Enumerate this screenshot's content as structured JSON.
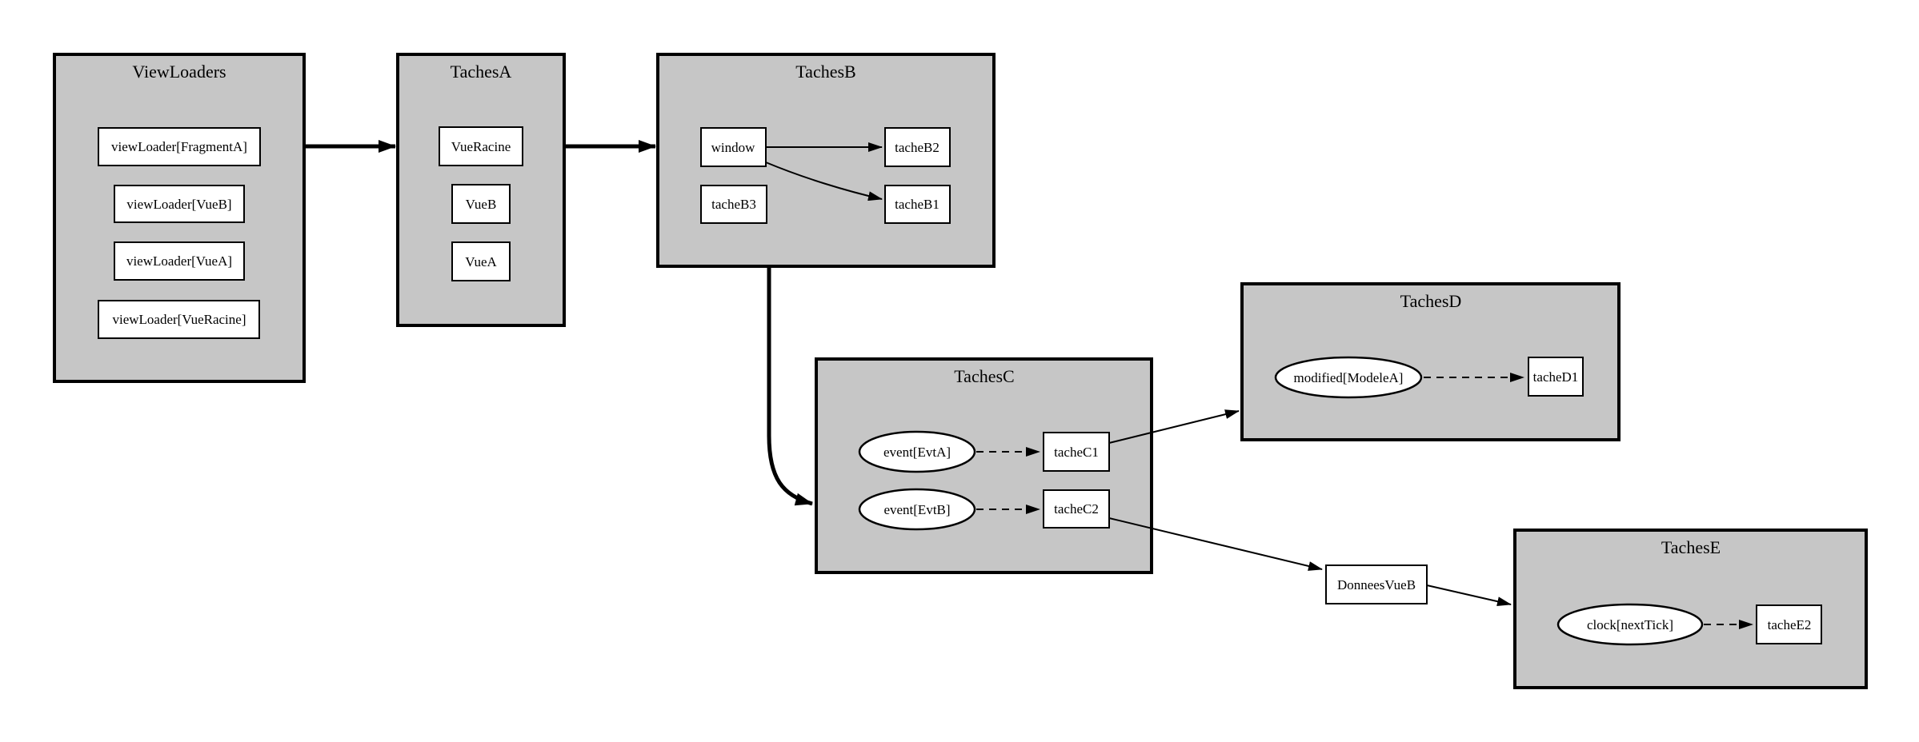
{
  "colors": {
    "bg": "#ffffff",
    "cluster-fill": "#c6c6c6",
    "node-fill": "#ffffff",
    "line-color": "#000000"
  },
  "clusters": [
    {
      "title": "ViewLoaders",
      "nodes": [
        {
          "label": "viewLoader[FragmentA]",
          "shape": "box"
        },
        {
          "label": "viewLoader[VueB]",
          "shape": "box"
        },
        {
          "label": "viewLoader[VueA]",
          "shape": "box"
        },
        {
          "label": "viewLoader[VueRacine]",
          "shape": "box"
        }
      ]
    },
    {
      "title": "TachesA",
      "nodes": [
        {
          "label": "VueRacine",
          "shape": "box"
        },
        {
          "label": "VueB",
          "shape": "box"
        },
        {
          "label": "VueA",
          "shape": "box"
        }
      ]
    },
    {
      "title": "TachesB",
      "nodes": [
        {
          "label": "window",
          "shape": "box"
        },
        {
          "label": "tacheB3",
          "shape": "box"
        },
        {
          "label": "tacheB2",
          "shape": "box"
        },
        {
          "label": "tacheB1",
          "shape": "box"
        }
      ]
    },
    {
      "title": "TachesC",
      "nodes": [
        {
          "label": "event[EvtA]",
          "shape": "ellipse"
        },
        {
          "label": "tacheC1",
          "shape": "box"
        },
        {
          "label": "event[EvtB]",
          "shape": "ellipse"
        },
        {
          "label": "tacheC2",
          "shape": "box"
        }
      ]
    },
    {
      "title": "TachesD",
      "nodes": [
        {
          "label": "modified[ModeleA]",
          "shape": "ellipse"
        },
        {
          "label": "tacheD1",
          "shape": "box"
        }
      ]
    },
    {
      "title": "TachesE",
      "nodes": [
        {
          "label": "clock[nextTick]",
          "shape": "ellipse"
        },
        {
          "label": "tacheE2",
          "shape": "box"
        }
      ]
    }
  ],
  "free_nodes": [
    {
      "label": "DonneesVueB",
      "shape": "box"
    }
  ],
  "edges": [
    {
      "from": "ViewLoaders",
      "to": "TachesA",
      "style": "bold"
    },
    {
      "from": "TachesA",
      "to": "TachesB",
      "style": "bold"
    },
    {
      "from": "TachesB",
      "to": "TachesC",
      "style": "bold"
    },
    {
      "from": "window",
      "to": "tacheB2",
      "style": "solid"
    },
    {
      "from": "window",
      "to": "tacheB1",
      "style": "solid"
    },
    {
      "from": "event[EvtA]",
      "to": "tacheC1",
      "style": "dashed"
    },
    {
      "from": "event[EvtB]",
      "to": "tacheC2",
      "style": "dashed"
    },
    {
      "from": "tacheC1",
      "to": "TachesD",
      "style": "solid"
    },
    {
      "from": "tacheC2",
      "to": "DonneesVueB",
      "style": "solid"
    },
    {
      "from": "DonneesVueB",
      "to": "TachesE",
      "style": "solid"
    },
    {
      "from": "modified[ModeleA]",
      "to": "tacheD1",
      "style": "dashed"
    },
    {
      "from": "clock[nextTick]",
      "to": "tacheE2",
      "style": "dashed"
    }
  ]
}
